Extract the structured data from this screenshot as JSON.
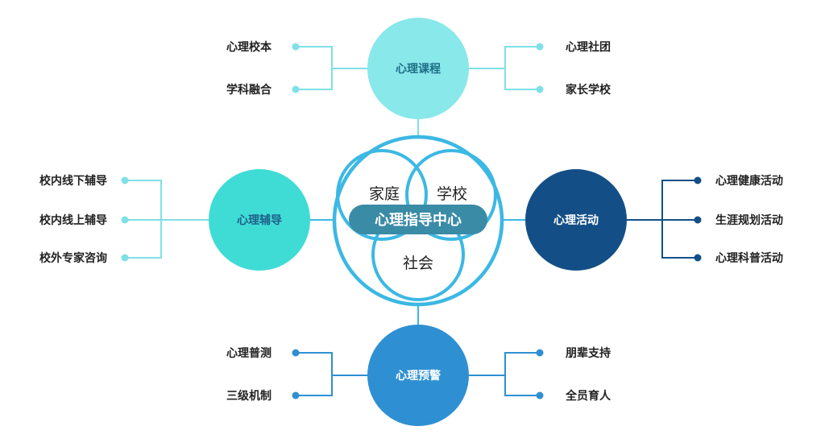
{
  "center": {
    "title": "心理指导中心",
    "circles": [
      "家庭",
      "学校",
      "社会"
    ]
  },
  "nodes": {
    "top": {
      "label": "心理课程",
      "color": "#88e8ea",
      "text_color": "#1f6f86",
      "left": [
        "心理校本",
        "学科融合"
      ],
      "right": [
        "心理社团",
        "家长学校"
      ]
    },
    "left": {
      "label": "心理辅导",
      "color": "#3fdcd6",
      "text_color": "#1f5f86",
      "items": [
        "校内线下辅导",
        "校内线上辅导",
        "校外专家咨询"
      ]
    },
    "right": {
      "label": "心理活动",
      "color": "#134f86",
      "text_color": "#ffffff",
      "items": [
        "心理健康活动",
        "生涯规划活动",
        "心理科普活动"
      ]
    },
    "bottom": {
      "label": "心理预警",
      "color": "#2e90d2",
      "text_color": "#ffffff",
      "left": [
        "心理普测",
        "三级机制"
      ],
      "right": [
        "朋辈支持",
        "全员育人"
      ]
    }
  },
  "colors": {
    "ring": "#3cb8e4",
    "banner": "#3a8ba6",
    "top_lines": "#7fe0e6",
    "left_lines": "#7fe0e6",
    "right_lines": "#134f86",
    "bottom_lines": "#2e90d2"
  }
}
